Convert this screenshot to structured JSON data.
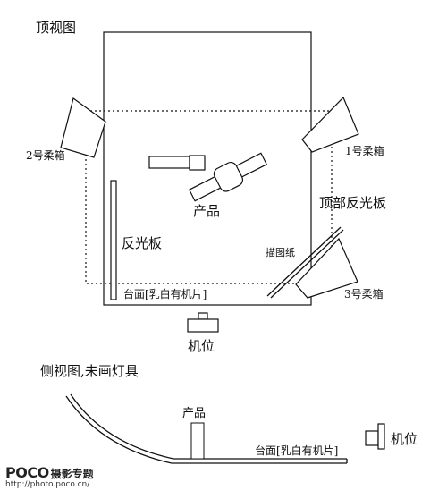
{
  "top_view": {
    "title": "顶视图",
    "softbox_2": "2号柔箱",
    "softbox_1": "1号柔箱",
    "softbox_3": "3号柔箱",
    "product": "产品",
    "top_reflector": "顶部反光板",
    "reflector": "反光板",
    "tracing_paper": "描图纸",
    "table": "台面[乳白有机片]",
    "camera": "机位"
  },
  "side_view": {
    "title": "侧视图,未画灯具",
    "product": "产品",
    "table": "台面[乳白有机片]",
    "camera": "机位"
  },
  "watermark": {
    "logo": "POCO",
    "subtitle": "摄影专题",
    "url": "http://photo.poco.cn/"
  },
  "colors": {
    "line": "#111111",
    "background": "#ffffff"
  }
}
